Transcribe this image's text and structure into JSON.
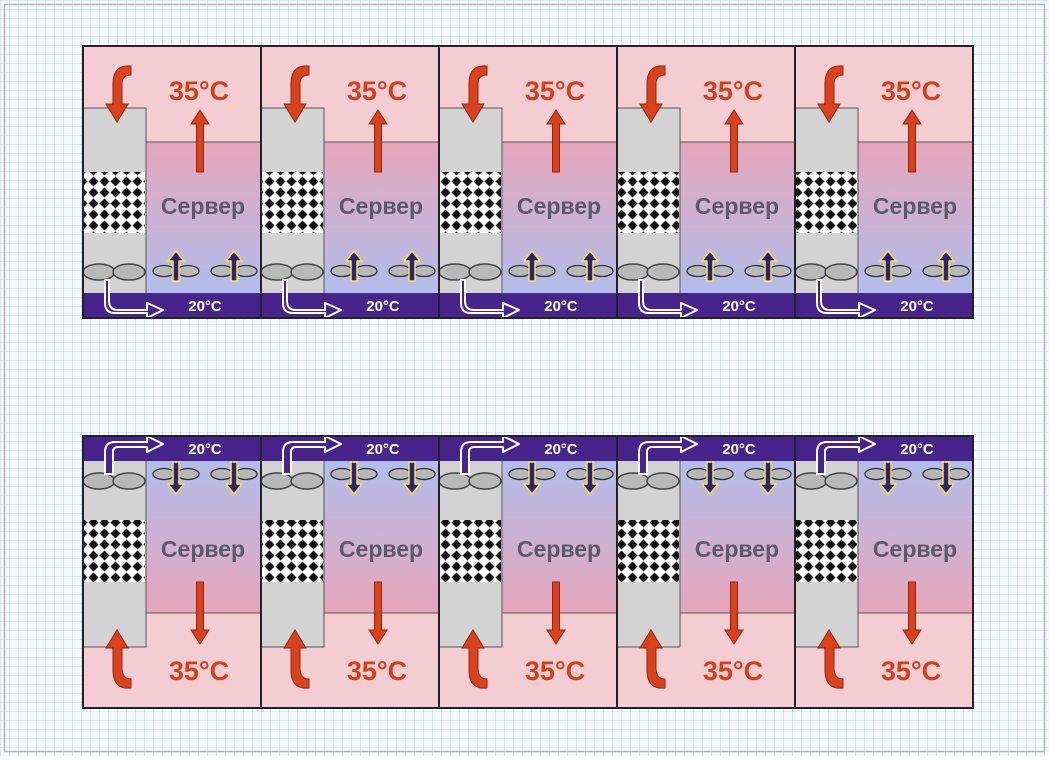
{
  "diagram": {
    "colors": {
      "grid_background": "#f3f9fd",
      "grid_line": "#aecbe4",
      "hot_zone": "#f4cdd2",
      "cooler_body": "#d3d3d3",
      "filter_dot": "#111111",
      "cold_duct": "#47238c",
      "hot_arrow": "#d9421c",
      "hot_text": "#d4401b",
      "server_top": "#e6a6ba",
      "server_bottom": "#b2bdec",
      "server_text": "#595a6c",
      "fan_fill": "#b8b8b8",
      "fan_arrow": "#2e2274",
      "fan_arrow_outline": "#f4e54d",
      "frame": "#222222"
    },
    "rows": [
      {
        "orientation": "cold-floor",
        "units": [
          {
            "hot_label": "35°C",
            "server_label": "Сервер",
            "cold_label": "20°C"
          },
          {
            "hot_label": "35°C",
            "server_label": "Сервер",
            "cold_label": "20°C"
          },
          {
            "hot_label": "35°C",
            "server_label": "Сервер",
            "cold_label": "20°C"
          },
          {
            "hot_label": "35°C",
            "server_label": "Сервер",
            "cold_label": "20°C"
          },
          {
            "hot_label": "35°C",
            "server_label": "Сервер",
            "cold_label": "20°C"
          }
        ]
      },
      {
        "orientation": "cold-ceiling",
        "units": [
          {
            "hot_label": "35°C",
            "server_label": "Сервер",
            "cold_label": "20°C"
          },
          {
            "hot_label": "35°C",
            "server_label": "Сервер",
            "cold_label": "20°C"
          },
          {
            "hot_label": "35°C",
            "server_label": "Сервер",
            "cold_label": "20°C"
          },
          {
            "hot_label": "35°C",
            "server_label": "Сервер",
            "cold_label": "20°C"
          },
          {
            "hot_label": "35°C",
            "server_label": "Сервер",
            "cold_label": "20°C"
          }
        ]
      }
    ]
  }
}
